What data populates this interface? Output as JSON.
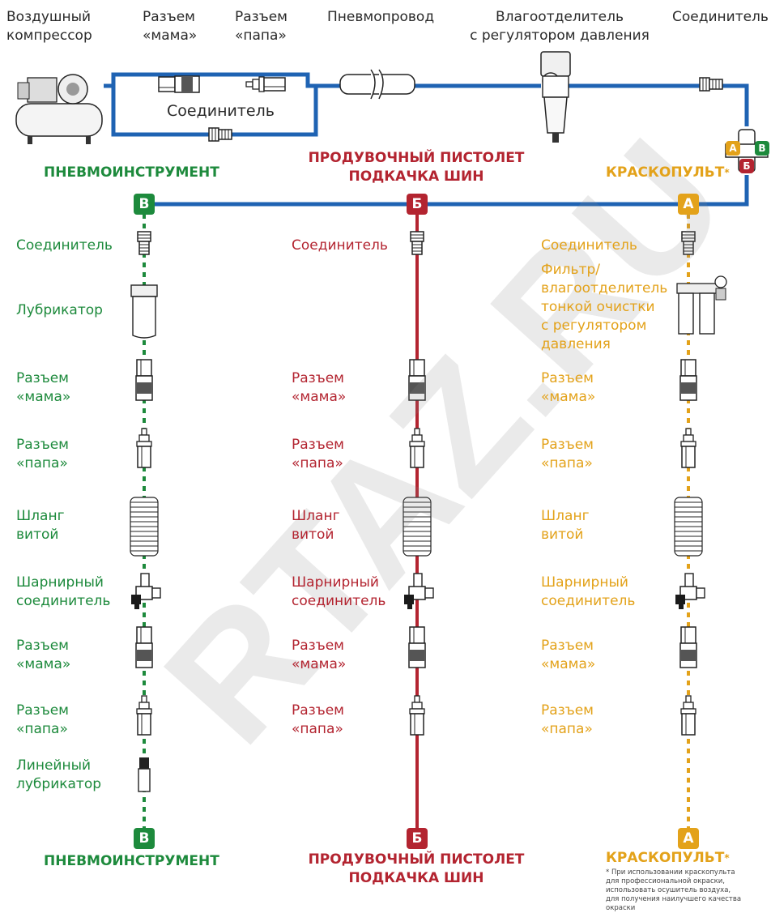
{
  "top": {
    "compressor": "Воздушный\nкомпрессор",
    "female": "Разъем\n«мама»",
    "male": "Разъем\n«папа»",
    "hose": "Пневмопровод",
    "separator": "Влагоотделитель\nс регулятором давления",
    "connector": "Соединитель",
    "bypass_connector": "Соединитель"
  },
  "branches": {
    "v": {
      "letter": "В",
      "title": "ПНЕВМОИНСТРУМЕНТ",
      "items": [
        "Соединитель",
        "Лубрикатор",
        "Разъем\n«мама»",
        "Разъем\n«папа»",
        "Шланг\nвитой",
        "Шарнирный\nсоединитель",
        "Разъем\n«мама»",
        "Разъем\n«папа»",
        "Линейный\nлубрикатор"
      ]
    },
    "b": {
      "letter": "Б",
      "title": "ПРОДУВОЧНЫЙ ПИСТОЛЕТ\nПОДКАЧКА ШИН",
      "items": [
        "Соединитель",
        "Разъем\n«мама»",
        "Разъем\n«папа»",
        "Шланг\nвитой",
        "Шарнирный\nсоединитель",
        "Разъем\n«мама»",
        "Разъем\n«папа»"
      ]
    },
    "a": {
      "letter": "А",
      "title": "КРАСКОПУЛЬТ",
      "asterisk": "*",
      "items": [
        "Соединитель",
        "Фильтр/\nвлагоотделитель\nтонкой очистки\nс регулятором\nдавления",
        "Разъем\n«мама»",
        "Разъем\n«папа»",
        "Шланг\nвитой",
        "Шарнирный\nсоединитель",
        "Разъем\n«мама»",
        "Разъем\n«папа»"
      ]
    }
  },
  "tee_labels": [
    "А",
    "Б",
    "В"
  ],
  "footnote": "* При использовании краскопульта\n  для профессиональной окраски,\n  использовать осушитель воздуха,\n  для получения наилучшего качества окраски",
  "watermark": "RTAZ.RU",
  "colors": {
    "line": "#1f63b3",
    "green": "#1d8a3c",
    "red": "#b32430",
    "orange": "#e3a21a"
  }
}
